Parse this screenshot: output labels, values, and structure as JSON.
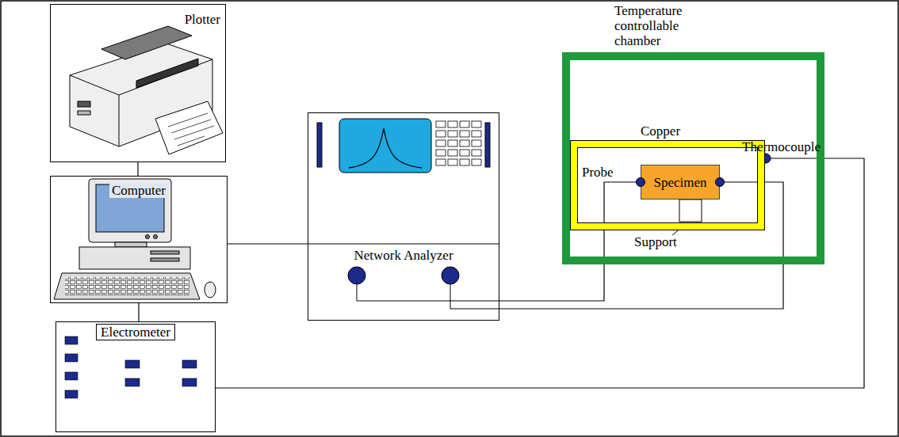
{
  "diagram": {
    "nodes": [
      {
        "text": [
          "Plotter"
        ]
      },
      {
        "text": [
          "Computer"
        ]
      },
      {
        "text": [
          "Network Analyzer"
        ]
      },
      {
        "text": [
          "Temperature controllable chamber"
        ]
      },
      {
        "text": [
          "Copper"
        ],
        "in": 3
      },
      {
        "text": [
          "Specimen"
        ],
        "in": 4
      },
      {
        "text": [
          "Electrometer"
        ]
      }
    ],
    "edges": [
      {
        "from": 0,
        "to": 1,
        "arrow": "none"
      },
      {
        "from": 1,
        "to": 2,
        "arrow": "none"
      },
      {
        "from": 1,
        "to": 6,
        "arrow": "none"
      },
      {
        "from": 2,
        "to": 5,
        "arrow": "none"
      },
      {
        "from": 2,
        "to": 5,
        "arrow": "none"
      },
      {
        "from": 6,
        "to": 3,
        "arrow": "none"
      }
    ],
    "labels": [
      "Probe",
      "Thermocouple",
      "Support"
    ]
  }
}
